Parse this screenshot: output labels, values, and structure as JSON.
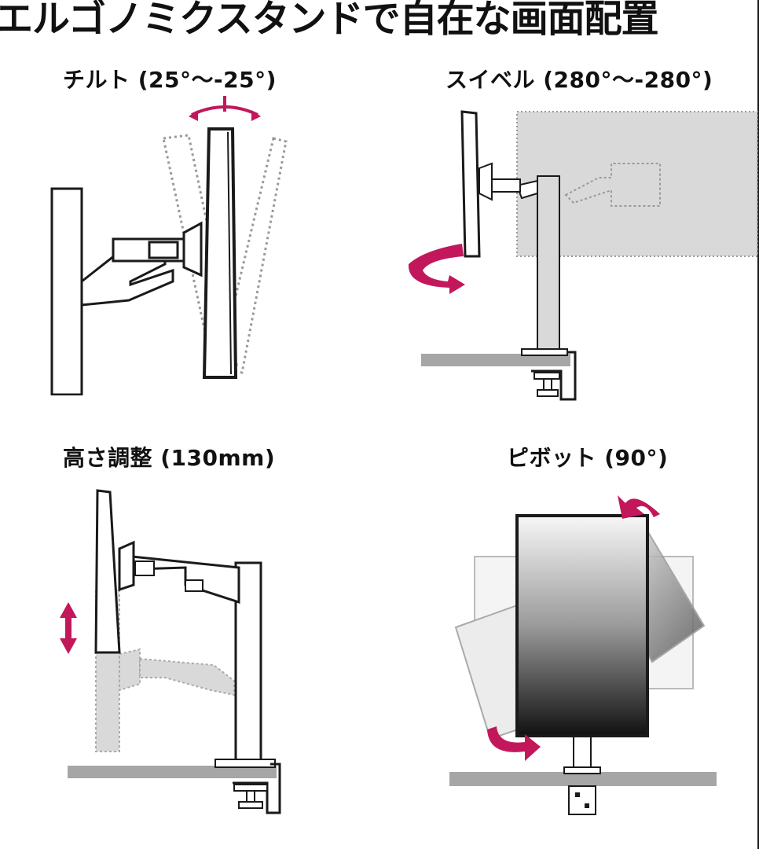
{
  "page_title": "エルゴノミクスタンドで自在な画面配置",
  "panels": {
    "tilt": {
      "caption": "チルト (25°～-25°)"
    },
    "swivel": {
      "caption": "スイベル (280°～-280°)"
    },
    "height": {
      "caption": "高さ調整 (130mm)"
    },
    "pivot": {
      "caption": "ピボット (90°)"
    }
  },
  "colors": {
    "arrow": "#c2185b",
    "outline": "#1a1a1a",
    "ghost_fill": "#d9d9d9",
    "desk": "#a6a6a6"
  }
}
